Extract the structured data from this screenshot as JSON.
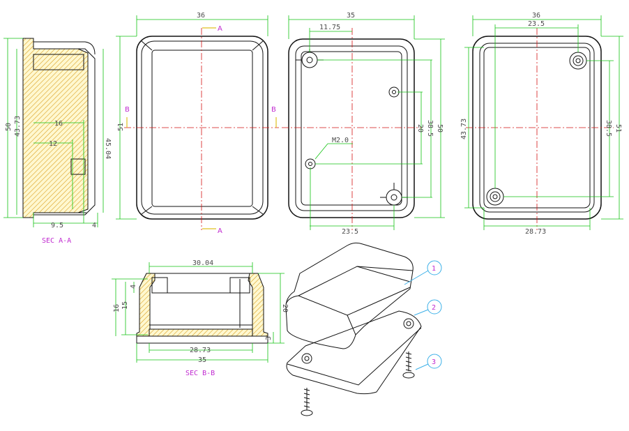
{
  "sec_aa": {
    "caption": "SEC A-A",
    "dims": {
      "h50": "50",
      "h43_73": "43.73",
      "w16": "16",
      "w12": "12",
      "h45_04": "45.04",
      "w9_5": "9.5",
      "w4": "4"
    }
  },
  "top_view": {
    "width": "36",
    "height": "51",
    "section_a": "A",
    "section_b": "B"
  },
  "bottom_view_a": {
    "width": "35",
    "offset": "11.75",
    "hole_span": "23.5",
    "h20": "20",
    "h38_5": "38.5",
    "h50": "50",
    "thread": "M2.0"
  },
  "bottom_view_b": {
    "width": "36",
    "hole_span": "23.5",
    "h43_73": "43.73",
    "h38_5": "38.5",
    "h51": "51",
    "inner": "28.73"
  },
  "sec_bb": {
    "caption": "SEC B-B",
    "dims": {
      "w30_04": "30.04",
      "h16": "16",
      "h15": "15",
      "h4": "4",
      "h20": "20",
      "h3": "3",
      "w28_73": "28.73",
      "w35": "35"
    }
  },
  "exploded": {
    "balloons": [
      "1",
      "2",
      "3"
    ],
    "colors": {
      "balloon": "#3cb0e8",
      "dim_line": "#13c313",
      "center_line": "#d41414",
      "section": "#c02ad0"
    }
  }
}
